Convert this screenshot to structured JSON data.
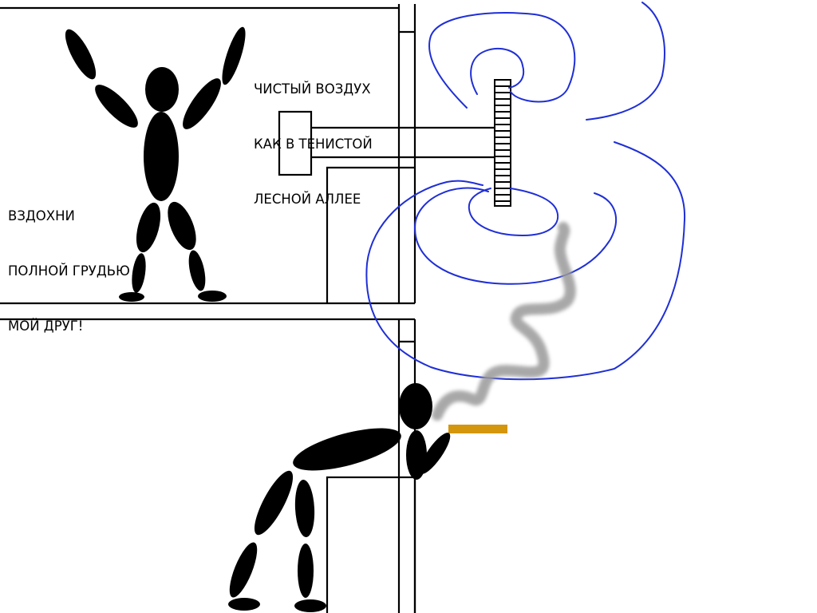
{
  "captions": {
    "fresh_air": [
      "ЧИСТЫЙ ВОЗДУХ",
      "КАК В ТЕНИСТОЙ",
      "ЛЕСНОЙ АЛЛЕЕ"
    ],
    "breathe": [
      "ВЗДОХНИ",
      "ПОЛНОЙ ГРУДЬЮ",
      "МОЙ ДРУГ!"
    ]
  },
  "colors": {
    "line": "#000000",
    "figure": "#000000",
    "swirl": "#1f2fd6",
    "smoke": "#9a9a9a",
    "cigarette": "#d4960c",
    "background": "#ffffff"
  }
}
